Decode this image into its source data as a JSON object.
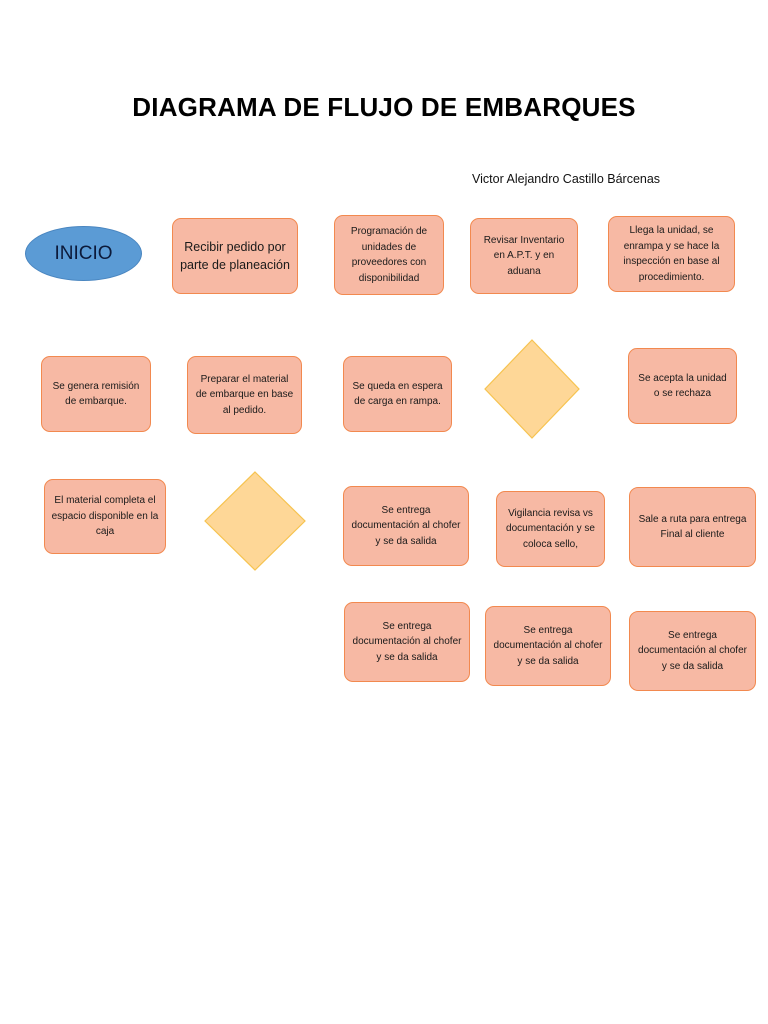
{
  "title": "DIAGRAMA DE FLUJO DE EMBARQUES",
  "author": "Victor Alejandro Castillo Bárcenas",
  "start": "INICIO",
  "row1": [
    "Recibir pedido por parte de planeación",
    "Programación de unidades de proveedores con disponibilidad",
    "Revisar Inventario en A.P.T. y en aduana",
    "Llega la unidad, se enrampa y se hace la inspección en base al procedimiento."
  ],
  "row2": [
    "Se genera remisión de embarque.",
    "Preparar el material de embarque en base al pedido.",
    "Se queda en espera de carga en rampa.",
    "Se acepta la unidad o se rechaza"
  ],
  "row3": [
    "El material completa el espacio disponible en la caja",
    "Se entrega documentación al chofer y se da salida",
    "Vigilancia revisa vs documentación y se coloca sello,",
    "Sale a ruta para entrega Final al cliente"
  ],
  "row4": [
    "Se entrega documentación al chofer y se da salida",
    "Se entrega documentación al chofer y se da salida",
    "Se entrega documentación al chofer y se da salida"
  ],
  "colors": {
    "box_fill": "#f7b9a4",
    "box_border": "#f2894f",
    "oval_fill": "#5b9bd5",
    "diamond_fill": "#fed797",
    "diamond_border": "#f6c350"
  }
}
